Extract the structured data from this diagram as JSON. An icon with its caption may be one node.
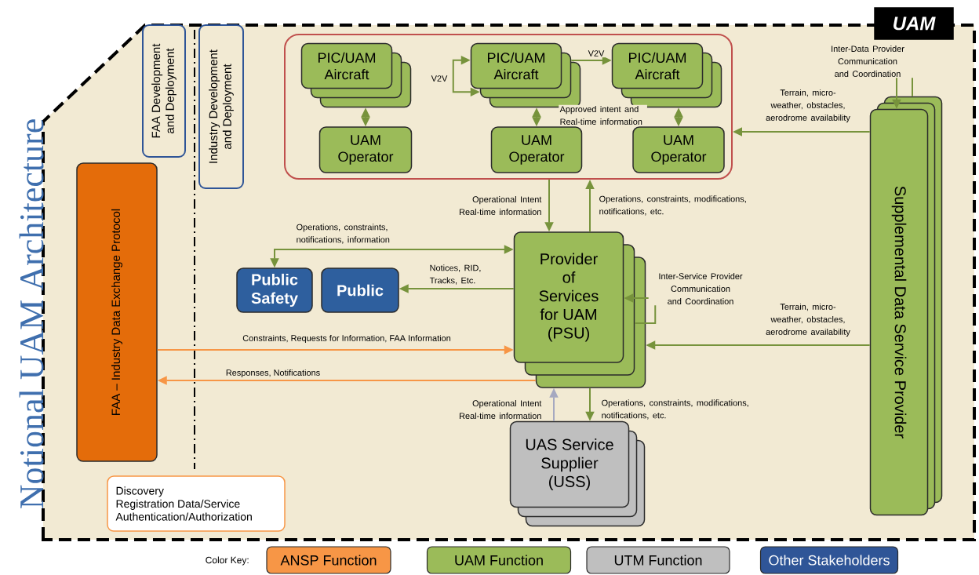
{
  "diagram": {
    "title": "Notional UAM Architecture",
    "nodes": [
      {
        "text": [
          "UAM"
        ]
      },
      {
        "text": [
          "FAA Development and Deployment"
        ]
      },
      {
        "text": [
          "Industry Development and Deployment"
        ]
      },
      {
        "text": [],
        "shape": "box"
      },
      {
        "text": [
          "PIC/UAM Aircraft"
        ],
        "in": 3
      },
      {
        "text": [
          "PIC/UAM Aircraft"
        ],
        "in": 3
      },
      {
        "text": [
          "PIC/UAM Aircraft"
        ],
        "in": 3
      },
      {
        "text": [
          "UAM Operator"
        ],
        "in": 3
      },
      {
        "text": [
          "UAM Operator"
        ],
        "in": 3
      },
      {
        "text": [
          "UAM Operator"
        ],
        "in": 3
      },
      {
        "text": [
          "FAA – Industry Data Exchange Protocol"
        ]
      },
      {
        "text": [
          "Public Safety"
        ]
      },
      {
        "text": [
          "Public"
        ]
      },
      {
        "text": [
          "Provider of Services for UAM (PSU)"
        ]
      },
      {
        "text": [
          "Supplemental Data Service Provider"
        ]
      },
      {
        "text": [
          "Discovery",
          "Registration Data/Service",
          "Authentication/Authorization"
        ]
      },
      {
        "text": [
          "UAS Service Supplier (USS)"
        ]
      }
    ],
    "edges": [
      {
        "from": 7,
        "to": 4,
        "arrow": "both"
      },
      {
        "from": 8,
        "to": 5,
        "arrow": "both",
        "label": "Approved intent and Real-time information"
      },
      {
        "from": 9,
        "to": 6,
        "arrow": "both"
      },
      {
        "from": 5,
        "to": 5,
        "arrow": "both",
        "label": "V2V"
      },
      {
        "from": 5,
        "to": 6,
        "arrow": "to",
        "label": "V2V"
      },
      {
        "from": 3,
        "to": 13,
        "arrow": "to",
        "label": "Operational Intent Real-time information"
      },
      {
        "from": 13,
        "to": 3,
        "arrow": "to",
        "label": "Operations, constraints, modifications, notifications, etc."
      },
      {
        "from": 13,
        "to": 11,
        "arrow": "both",
        "label": "Operations, constraints, notifications, information"
      },
      {
        "from": 13,
        "to": 12,
        "arrow": "to",
        "label": "Notices, RID, Tracks, Etc."
      },
      {
        "from": 13,
        "to": 13,
        "arrow": "to",
        "label": "Inter-Service Provider Communication and Coordination"
      },
      {
        "from": 14,
        "to": 3,
        "arrow": "to",
        "label": "Terrain, micro-weather, obstacles, aerodrome availability"
      },
      {
        "from": 14,
        "to": 14,
        "arrow": "to",
        "label": "Inter-Data Provider Communication and Coordination"
      },
      {
        "from": 14,
        "to": 13,
        "arrow": "to",
        "label": "Terrain, micro-weather, obstacles, aerodrome availability"
      },
      {
        "from": 10,
        "to": 13,
        "arrow": "to",
        "label": "Constraints, Requests for Information, FAA Information",
        "color": "#f79646"
      },
      {
        "from": 13,
        "to": 10,
        "arrow": "to",
        "label": "Responses, Notifications",
        "color": "#f79646"
      },
      {
        "from": 16,
        "to": 13,
        "arrow": "to",
        "label": "Operational Intent Real-time information",
        "color": "#a6a9c0"
      },
      {
        "from": 13,
        "to": 16,
        "arrow": "to",
        "label": "Operations, constraints, modifications, notifications, etc."
      }
    ],
    "labels": [
      "Color Key:"
    ],
    "legend": [
      {
        "text": "ANSP Function",
        "color": "#f79646"
      },
      {
        "text": "UAM Function",
        "color": "#9bbb59"
      },
      {
        "text": "UTM Function",
        "color": "#bfbfbf"
      },
      {
        "text": "Other Stakeholders",
        "color": "#2f5597"
      }
    ]
  }
}
